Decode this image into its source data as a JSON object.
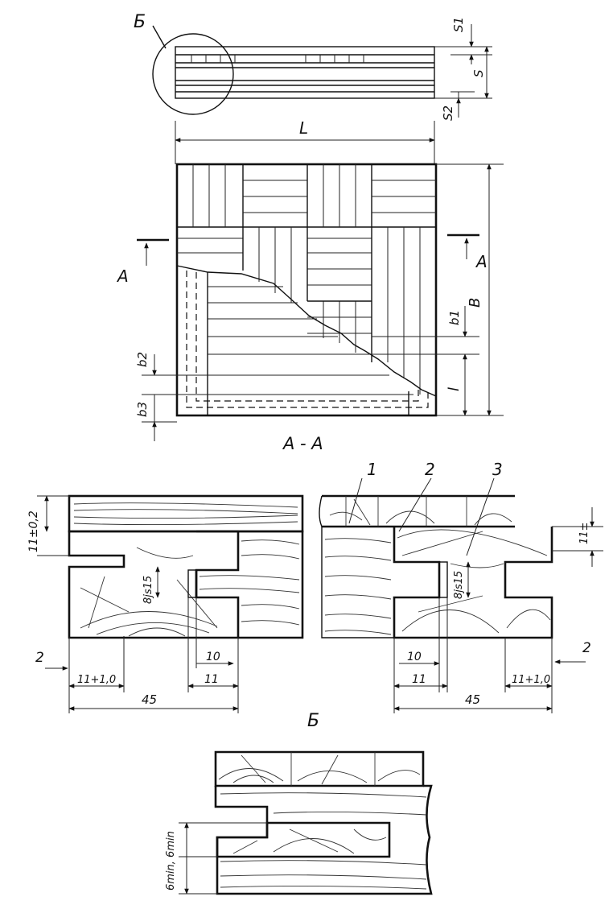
{
  "labels": {
    "detail_mark": "Б",
    "s1": "S1",
    "s": "S",
    "s2": "S2",
    "length": "L",
    "width": "B",
    "b1": "b1",
    "b2": "b2",
    "b3": "b3",
    "l": "l",
    "section_a_left": "А",
    "section_a_right": "А",
    "section_title": "А - А",
    "dim_11_tol": "11±0,2",
    "dim_11_right": "11±",
    "dim_8js15_left": "8js15",
    "dim_8js15_right": "8js15",
    "dim_10_left": "10",
    "dim_10_right": "10",
    "dim_11_left": "11",
    "dim_11_mid": "11",
    "dim_11_plus_left": "11+1,0",
    "dim_11_plus_right": "11+1,0",
    "dim_45_left": "45",
    "dim_45_right": "45",
    "view_2_left": "2",
    "view_2_right": "2",
    "callout_1": "1",
    "callout_2": "2",
    "callout_3": "3",
    "detail_title": "Б",
    "dim_6min": "6min, 6min"
  }
}
